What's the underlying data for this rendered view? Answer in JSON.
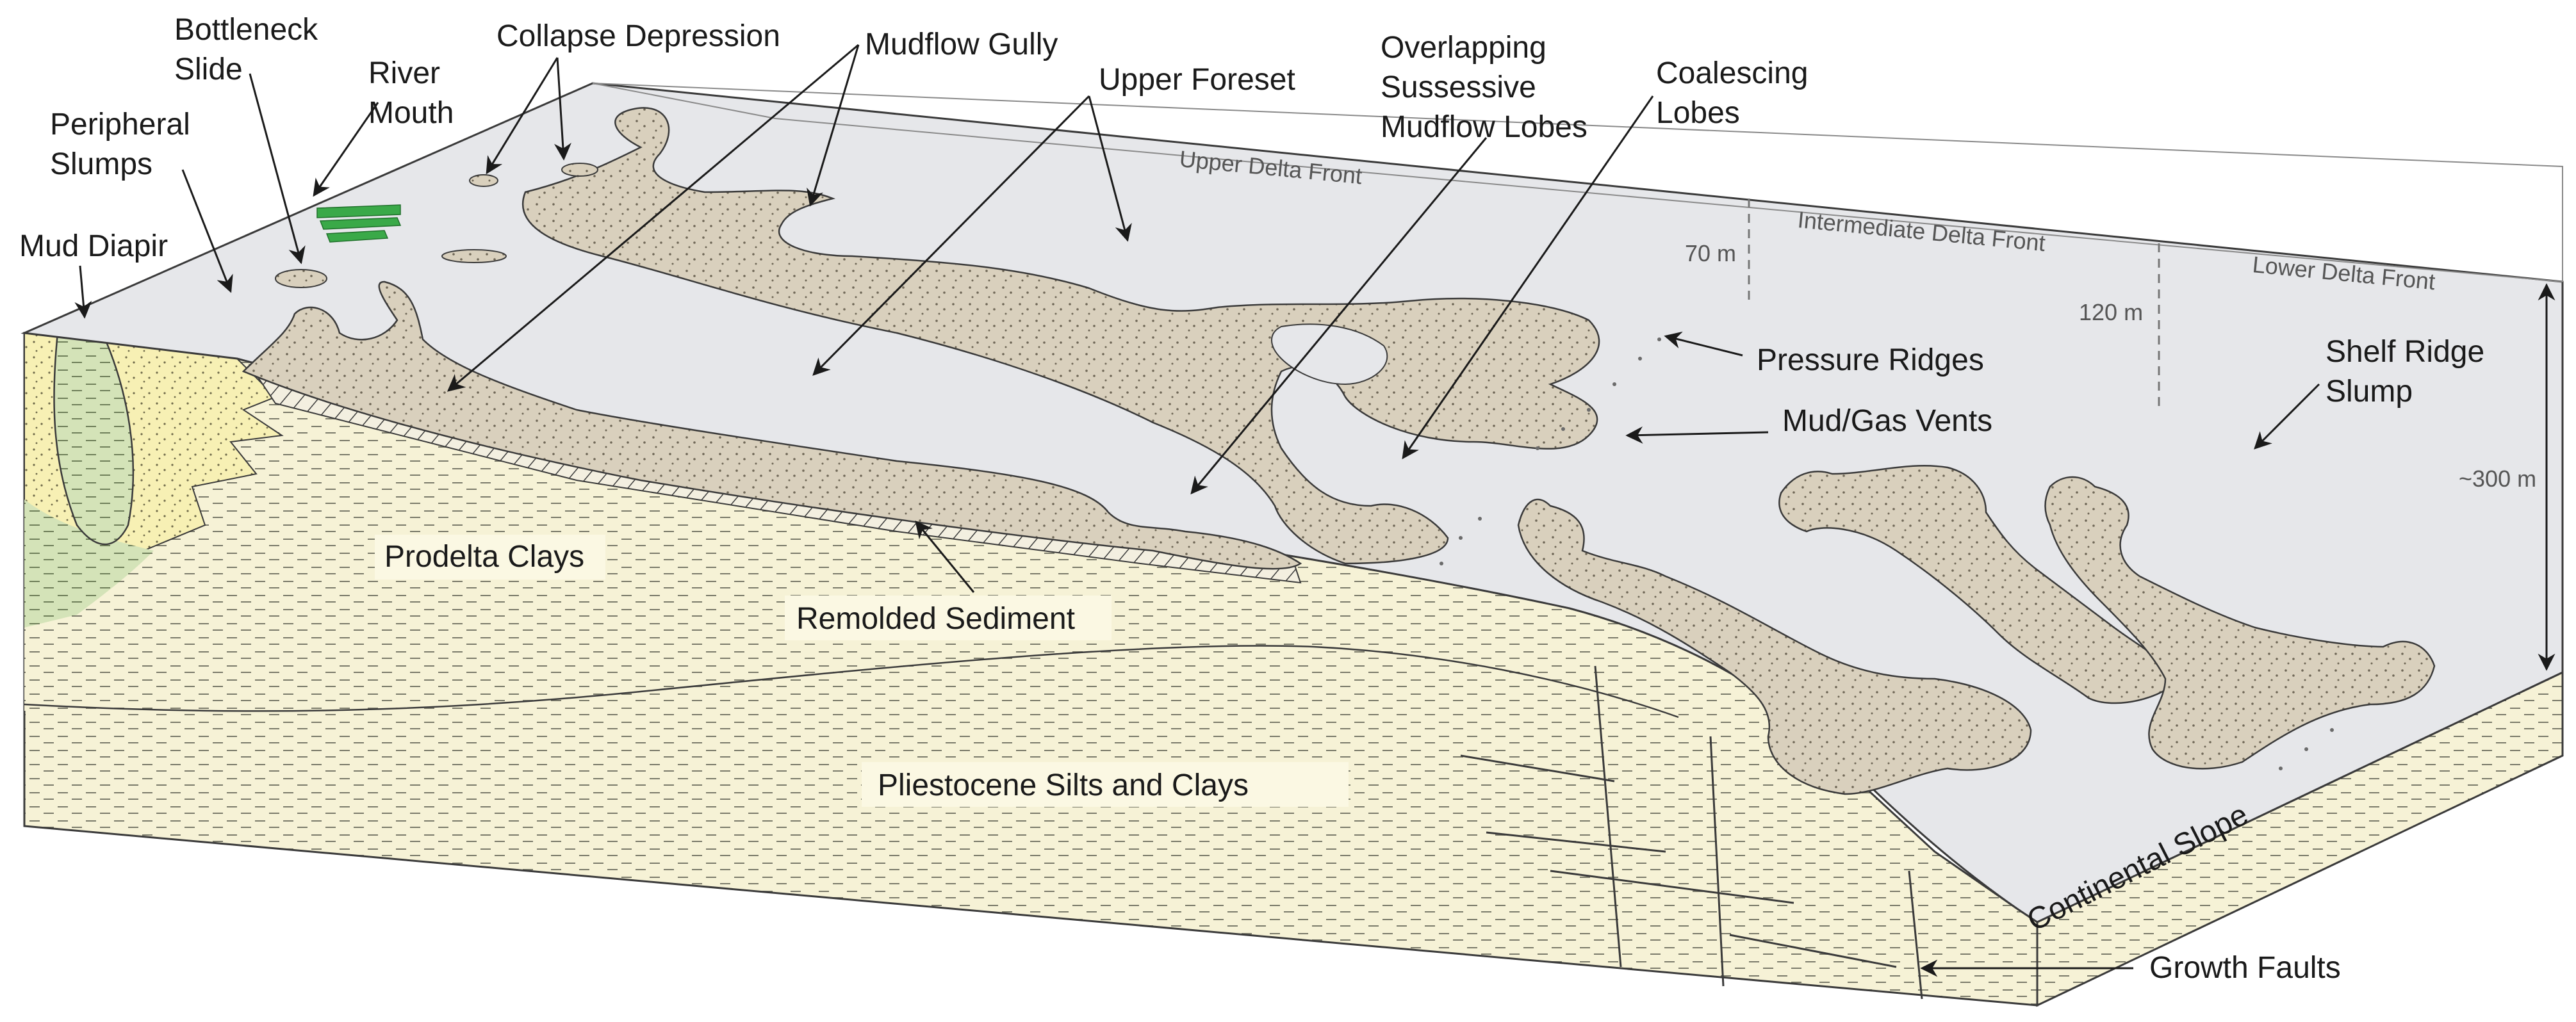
{
  "labels": {
    "bottleneck_slide": [
      "Bottleneck",
      "Slide"
    ],
    "river_mouth": [
      "River",
      "Mouth"
    ],
    "peripheral_slumps": [
      "Peripheral",
      "Slumps"
    ],
    "mud_diapir": "Mud Diapir",
    "collapse_depression": "Collapse Depression",
    "mudflow_gully": "Mudflow Gully",
    "upper_foreset": "Upper Foreset",
    "overlapping_lobes": [
      "Overlapping",
      "Sussessive",
      "Mudflow Lobes"
    ],
    "coalescing_lobes": [
      "Coalescing",
      "Lobes"
    ],
    "pressure_ridges": "Pressure Ridges",
    "mud_gas_vents": "Mud/Gas Vents",
    "shelf_ridge_slump": [
      "Shelf Ridge",
      "Slump"
    ],
    "prodelta_clays": "Prodelta Clays",
    "remolded_sediment": "Remolded Sediment",
    "pleistocene": "Pliestocene Silts and Clays",
    "continental_slope": "Continental Slope",
    "growth_faults": "Growth Faults"
  },
  "zones": {
    "upper_delta_front": "Upper Delta Front",
    "intermediate_delta_front": "Intermediate Delta Front",
    "lower_delta_front": "Lower Delta Front"
  },
  "depths": {
    "d70": "70 m",
    "d120": "120 m",
    "d300": "~300 m"
  },
  "colors": {
    "surface": "#e6e7ea",
    "mudflow": "#d9d0bd",
    "clay": "#f6f2d6",
    "sand": "#f7f0b4",
    "diapir_green": "#d4e3b8",
    "river_green": "#3aa948",
    "outline": "#3a3a3a"
  }
}
